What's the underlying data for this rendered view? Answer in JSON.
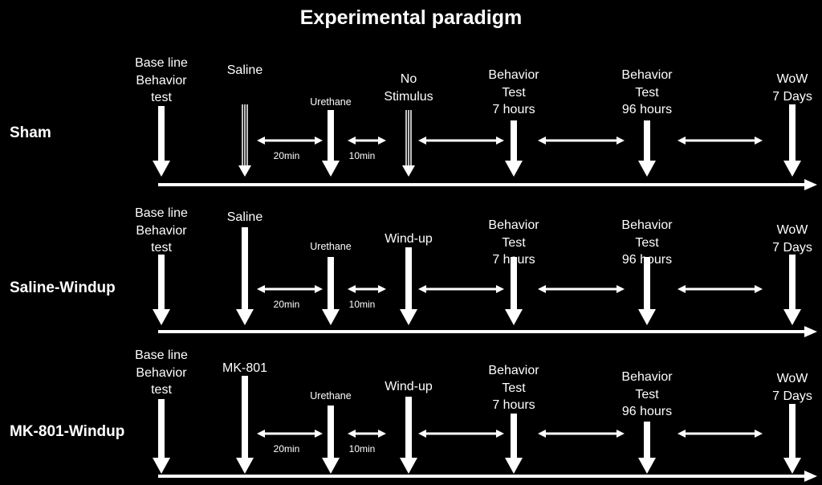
{
  "title": "Experimental paradigm",
  "colors": {
    "background": "#000000",
    "foreground": "#ffffff"
  },
  "rows": [
    {
      "group": "Sham",
      "events": [
        {
          "lines": [
            "Base line",
            "Behavior",
            "test"
          ],
          "arrow": "solid"
        },
        {
          "lines": [
            "Saline"
          ],
          "arrow": "hollow"
        },
        {
          "lines": [
            "Urethane"
          ],
          "arrow": "solid",
          "small": true
        },
        {
          "lines": [
            "No",
            "Stimulus"
          ],
          "arrow": "hollow"
        },
        {
          "lines": [
            "Behavior",
            "Test",
            "7 hours"
          ],
          "arrow": "solid"
        },
        {
          "lines": [
            "Behavior",
            "Test",
            "96 hours"
          ],
          "arrow": "solid"
        },
        {
          "lines": [
            "WoW",
            "7 Days"
          ],
          "arrow": "solid"
        }
      ],
      "intervals": [
        "20min",
        "10min"
      ]
    },
    {
      "group": "Saline-Windup",
      "events": [
        {
          "lines": [
            "Base line",
            "Behavior",
            "test"
          ],
          "arrow": "solid"
        },
        {
          "lines": [
            "Saline"
          ],
          "arrow": "solid"
        },
        {
          "lines": [
            "Urethane"
          ],
          "arrow": "solid",
          "small": true
        },
        {
          "lines": [
            "Wind-up"
          ],
          "arrow": "solid"
        },
        {
          "lines": [
            "Behavior",
            "Test",
            "7 hours"
          ],
          "arrow": "solid"
        },
        {
          "lines": [
            "Behavior",
            "Test",
            "96 hours"
          ],
          "arrow": "solid"
        },
        {
          "lines": [
            "WoW",
            "7 Days"
          ],
          "arrow": "solid"
        }
      ],
      "intervals": [
        "20min",
        "10min"
      ]
    },
    {
      "group": "MK-801-Windup",
      "events": [
        {
          "lines": [
            "Base line",
            "Behavior",
            "test"
          ],
          "arrow": "solid"
        },
        {
          "lines": [
            "MK-801"
          ],
          "arrow": "solid"
        },
        {
          "lines": [
            "Urethane"
          ],
          "arrow": "solid",
          "small": true
        },
        {
          "lines": [
            "Wind-up"
          ],
          "arrow": "solid"
        },
        {
          "lines": [
            "Behavior",
            "Test",
            "7 hours"
          ],
          "arrow": "solid"
        },
        {
          "lines": [
            "Behavior",
            "Test",
            "96 hours"
          ],
          "arrow": "solid"
        },
        {
          "lines": [
            "WoW",
            "7 Days"
          ],
          "arrow": "solid"
        }
      ],
      "intervals": [
        "20min",
        "10min"
      ]
    }
  ]
}
